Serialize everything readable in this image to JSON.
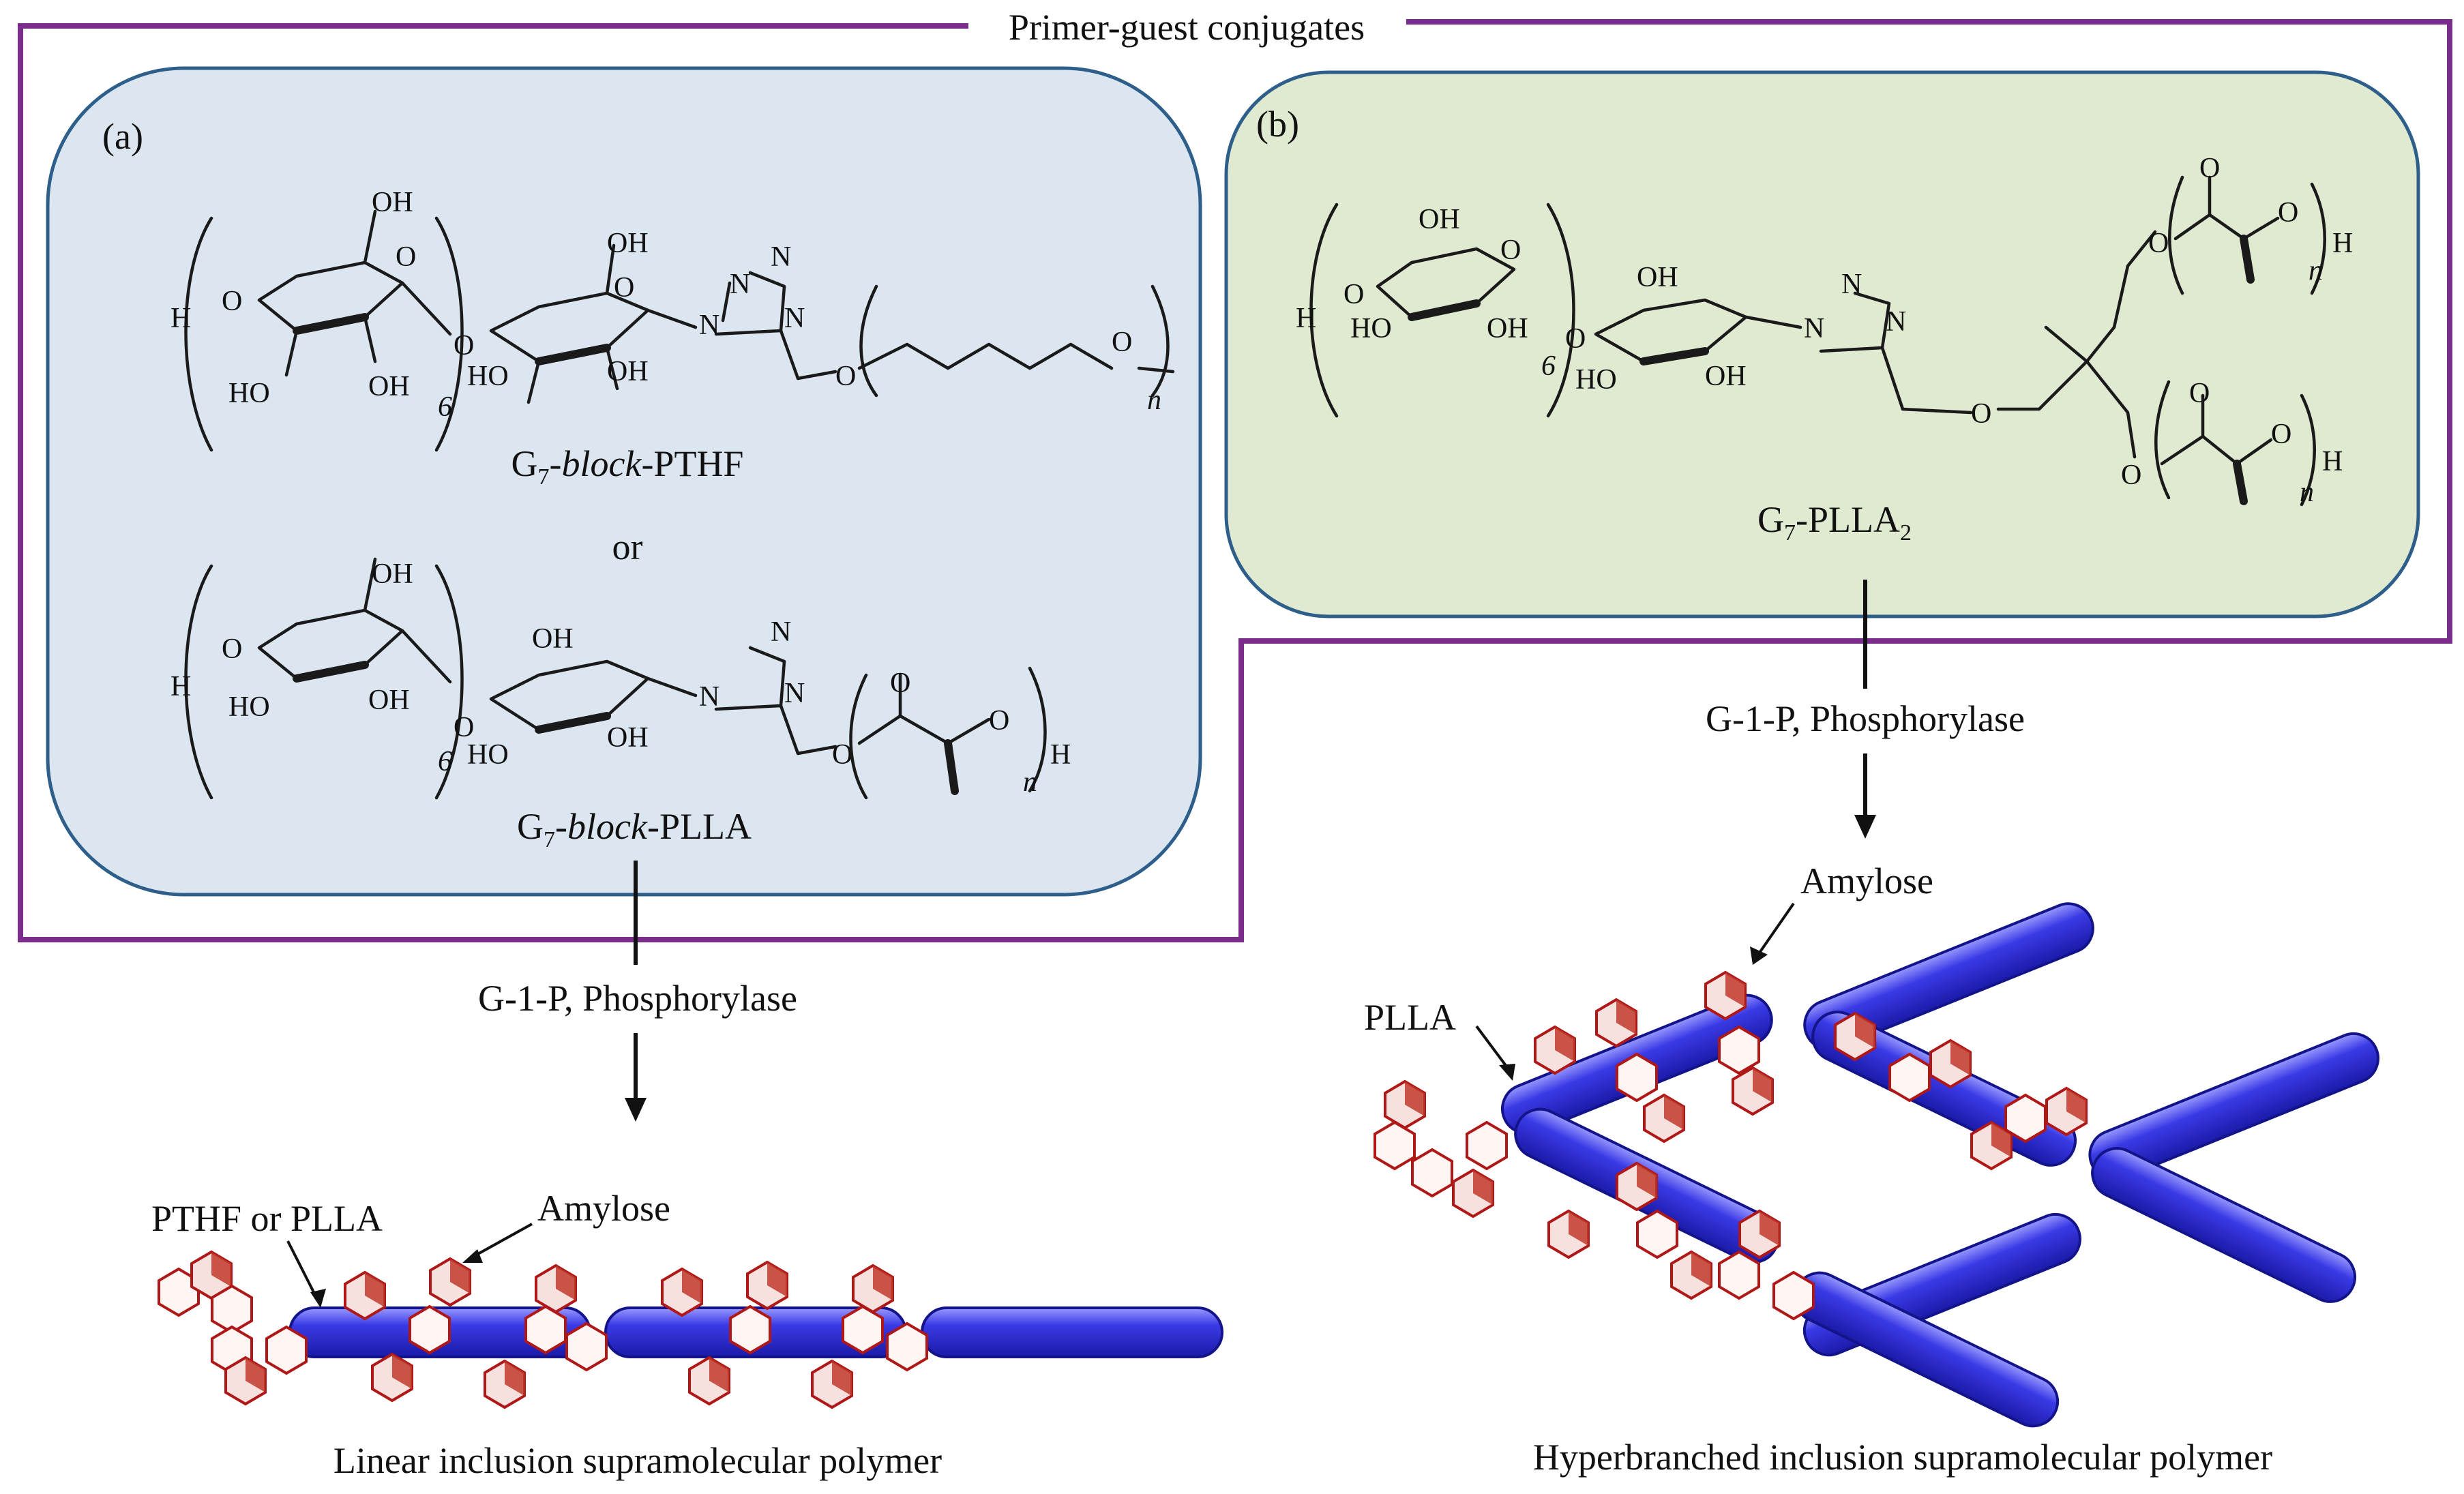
{
  "header": {
    "title": "Primer-guest conjugates"
  },
  "colors": {
    "frame": "#7b2d8e",
    "panel_a_fill": "#dce6f1",
    "panel_b_fill": "#e0ead0",
    "panel_stroke": "#2e5f8a",
    "rod": "#2f2fd6",
    "ring": "#c0392b"
  },
  "panel_a": {
    "tag": "(a)",
    "structure1": {
      "prefix": "G",
      "sub": "7",
      "italic": "-block",
      "suffix": "-PTHF"
    },
    "or_text": "or",
    "structure2": {
      "prefix": "G",
      "sub": "7",
      "italic": "-block",
      "suffix": "-PLLA"
    }
  },
  "panel_b": {
    "tag": "(b)",
    "structure": {
      "prefix": "G",
      "sub": "7",
      "middle": "-PLLA",
      "sub2": "2"
    }
  },
  "atoms": {
    "oh": "OH",
    "ho": "HO",
    "h": "H",
    "o": "O",
    "n_atom": "N",
    "six": "6",
    "n_repeat": "n"
  },
  "reaction": {
    "left_reagent": "G-1-P, Phosphorylase",
    "right_reagent": "G-1-P, Phosphorylase"
  },
  "linear": {
    "guest_label": "PTHF or PLLA",
    "host_label": "Amylose",
    "caption": "Linear inclusion supramolecular polymer"
  },
  "hyperbranched": {
    "guest_label": "PLLA",
    "host_label": "Amylose",
    "caption": "Hyperbranched inclusion supramolecular polymer"
  }
}
